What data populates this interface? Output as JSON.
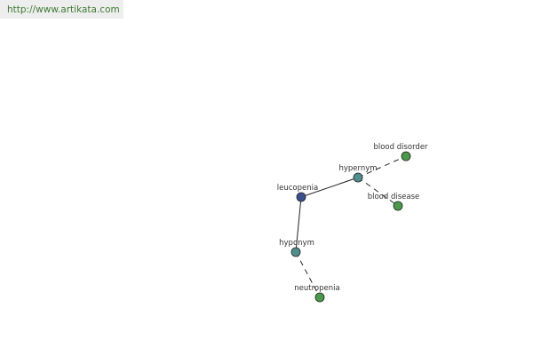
{
  "header": {
    "url": "http://www.artikata.com"
  },
  "colors": {
    "central_node": "#3b4f8f",
    "relation_node": "#4f8f8f",
    "leaf_node": "#4a9a4a",
    "url_text": "#3f7a34"
  },
  "graph": {
    "central": {
      "label": "leucopenia"
    },
    "relations": [
      {
        "label": "hypernym"
      },
      {
        "label": "hyponym"
      }
    ],
    "leaves": [
      {
        "label": "blood disorder"
      },
      {
        "label": "blood disease"
      },
      {
        "label": "neutropenia"
      }
    ]
  }
}
